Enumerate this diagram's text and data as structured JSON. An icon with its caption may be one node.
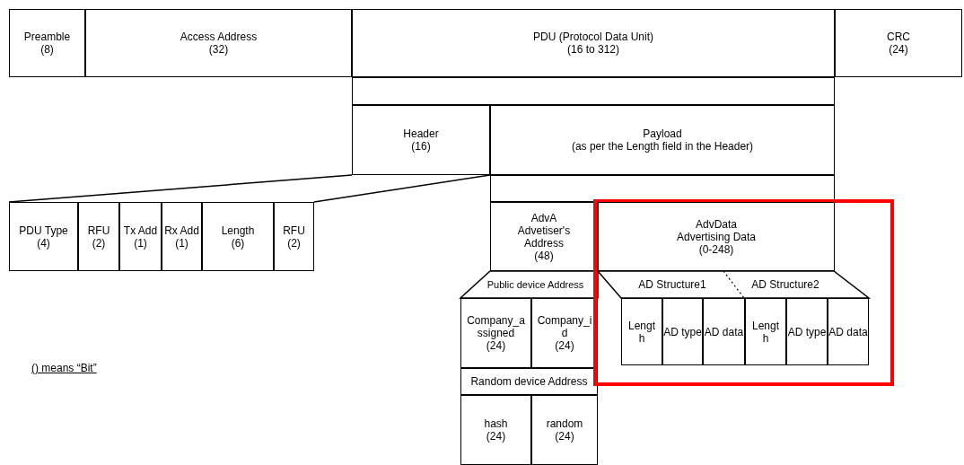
{
  "diagram": {
    "nodes": [
      {
        "text": [
          "Preamble",
          "(8)"
        ]
      },
      {
        "text": [
          "Access Address",
          "(32)"
        ]
      },
      {
        "text": [
          "PDU (Protocol Data Unit)",
          "(16 to 312)"
        ]
      },
      {
        "text": [
          "CRC",
          "(24)"
        ]
      },
      {
        "text": [],
        "shape": "box"
      },
      {
        "text": [
          "Header",
          "(16)"
        ]
      },
      {
        "text": [
          "Payload",
          "(as per the Length field in the Header)"
        ]
      },
      {
        "text": [],
        "shape": "box"
      },
      {
        "text": [
          "PDU Type",
          "(4)"
        ]
      },
      {
        "text": [
          "RFU",
          "(2)"
        ]
      },
      {
        "text": [
          "Tx Add",
          "(1)"
        ]
      },
      {
        "text": [
          "Rx Add",
          "(1)"
        ]
      },
      {
        "text": [
          "Length",
          "(6)"
        ]
      },
      {
        "text": [
          "RFU",
          "(2)"
        ]
      },
      {
        "text": [
          "AdvA",
          "Advetiser's Address",
          "(48)"
        ]
      },
      {
        "text": [],
        "shape": "box"
      },
      {
        "text": [
          "AdvData",
          "Advertising Data",
          "(0-248)"
        ],
        "in": 15
      },
      {
        "text": [
          "Public device Address"
        ]
      },
      {
        "text": [
          "AD Structure1",
          "AD Structure2"
        ],
        "in": 15
      },
      {
        "text": [
          "Company_assigned",
          "(24)"
        ]
      },
      {
        "text": [
          "Company_id",
          "(24)"
        ]
      },
      {
        "text": [
          "Length"
        ],
        "in": 15
      },
      {
        "text": [
          "AD type"
        ],
        "in": 15
      },
      {
        "text": [
          "AD data"
        ],
        "in": 15
      },
      {
        "text": [
          "Length"
        ],
        "in": 15
      },
      {
        "text": [
          "AD type"
        ],
        "in": 15
      },
      {
        "text": [
          "AD data"
        ],
        "in": 15
      },
      {
        "text": [
          "Random device Address"
        ]
      },
      {
        "text": [
          "hash",
          "(24)"
        ]
      },
      {
        "text": [
          "random",
          "(24)"
        ]
      }
    ],
    "labels": [
      "() means “Bit”"
    ]
  }
}
